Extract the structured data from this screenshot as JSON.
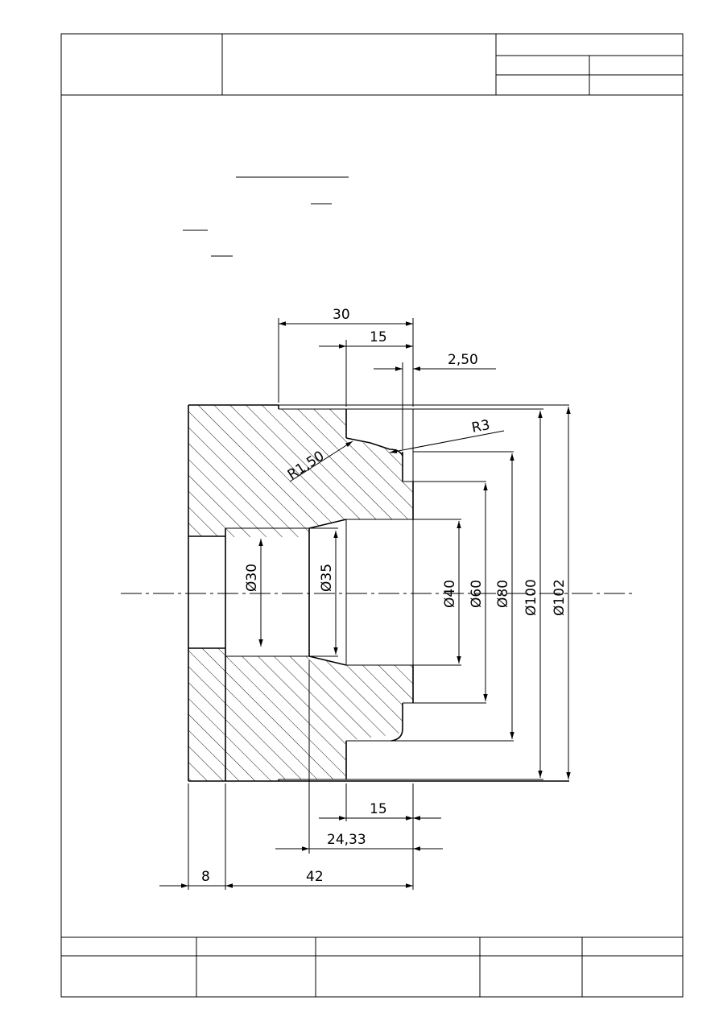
{
  "drawing": {
    "top_dims": {
      "d30": "30",
      "d15": "15",
      "d2_50": "2,50"
    },
    "radii": {
      "r3": "R3",
      "r1_50": "R1,50"
    },
    "diameters": {
      "phi30": "Ø30",
      "phi35": "Ø35",
      "phi40": "Ø40",
      "phi60": "Ø60",
      "phi80": "Ø80",
      "phi100": "Ø100",
      "phi102": "Ø102"
    },
    "bottom_dims": {
      "b15": "15",
      "b24_33": "24,33",
      "b8": "8",
      "b42": "42"
    }
  }
}
